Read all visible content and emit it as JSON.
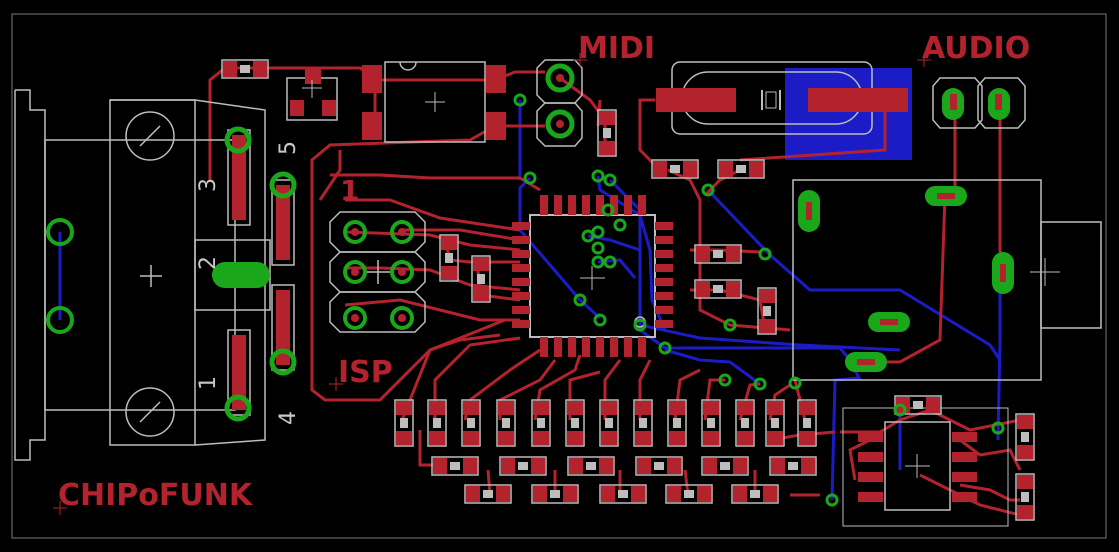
{
  "board": {
    "background": "#000000",
    "colors": {
      "top_copper": "#b3232d",
      "bottom_copper": "#1c1cc6",
      "via_ring": "#1aa81a",
      "silkscreen": "#bdbdbd",
      "outline": "#ffffff",
      "crystal_highlight": "#1c1cc6"
    }
  },
  "labels": {
    "board_name": "CHIPoFUNK",
    "midi": "MIDI",
    "audio": "AUDIO",
    "isp": "ISP",
    "isp_pin1": "1"
  },
  "usb_pins": {
    "pin1": "1",
    "pin2": "2",
    "pin3": "3",
    "pin4": "4",
    "pin5": "5"
  },
  "components": [
    "usb-connector",
    "isp-header",
    "midi-header",
    "audio-header",
    "crystal",
    "microcontroller",
    "optocoupler",
    "audio-jack",
    "resistor-ladder",
    "op-amp"
  ]
}
